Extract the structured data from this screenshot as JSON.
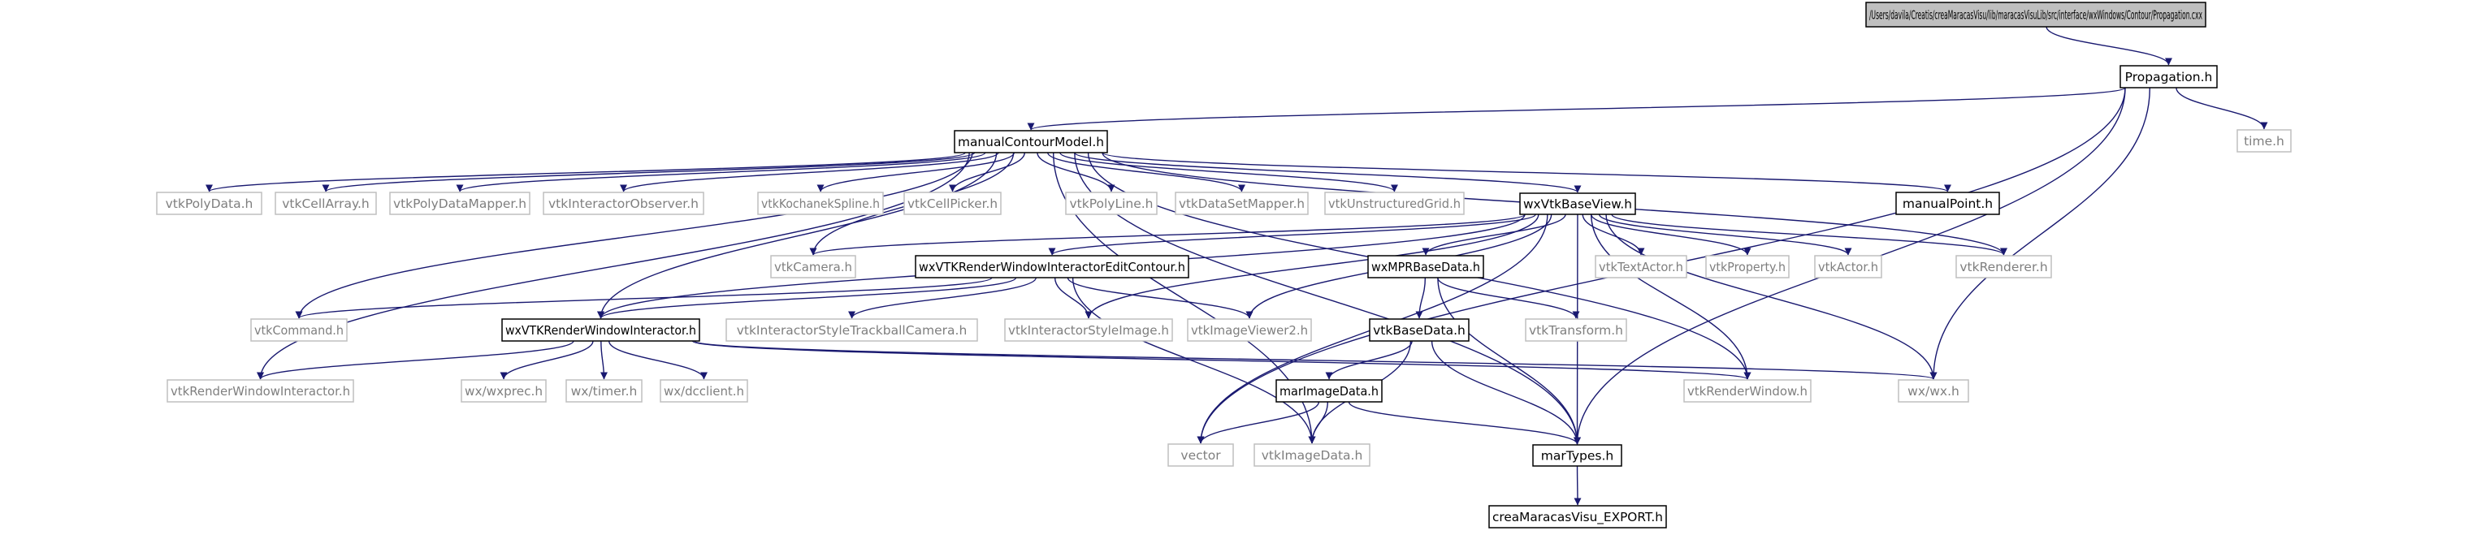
{
  "colors": {
    "edge": "#191970",
    "border_documented": "#000000",
    "border_external": "#bfbfbf",
    "text_documented": "#000000",
    "text_external": "#7f7f7f",
    "root_fill": "#bfbfbf",
    "fill": "#ffffff"
  },
  "nodes": [
    {
      "id": "root",
      "label": "/Users/davila/Creatis/creaMaracasVisu/lib/maracasVisuLib/src/interface/wxWindows/Contour/Propagation.cxx",
      "kind": "root"
    },
    {
      "id": "propagation",
      "label": "Propagation.h",
      "kind": "documented"
    },
    {
      "id": "manualContourModel",
      "label": "manualContourModel.h",
      "kind": "documented"
    },
    {
      "id": "time",
      "label": "time.h",
      "kind": "external"
    },
    {
      "id": "vtkPolyData",
      "label": "vtkPolyData.h",
      "kind": "external"
    },
    {
      "id": "vtkCellArray",
      "label": "vtkCellArray.h",
      "kind": "external"
    },
    {
      "id": "vtkPolyDataMapper",
      "label": "vtkPolyDataMapper.h",
      "kind": "external"
    },
    {
      "id": "vtkInteractorObserver",
      "label": "vtkInteractorObserver.h",
      "kind": "external"
    },
    {
      "id": "vtkKochanekSpline",
      "label": "vtkKochanekSpline.h",
      "kind": "external"
    },
    {
      "id": "vtkCellPicker",
      "label": "vtkCellPicker.h",
      "kind": "external"
    },
    {
      "id": "vtkPolyLine",
      "label": "vtkPolyLine.h",
      "kind": "external"
    },
    {
      "id": "vtkDataSetMapper",
      "label": "vtkDataSetMapper.h",
      "kind": "external"
    },
    {
      "id": "vtkUnstructuredGrid",
      "label": "vtkUnstructuredGrid.h",
      "kind": "external"
    },
    {
      "id": "wxVtkBaseView",
      "label": "wxVtkBaseView.h",
      "kind": "documented"
    },
    {
      "id": "manualPoint",
      "label": "manualPoint.h",
      "kind": "documented"
    },
    {
      "id": "vtkCamera",
      "label": "vtkCamera.h",
      "kind": "external"
    },
    {
      "id": "wxVTKRWIEditContour",
      "label": "wxVTKRenderWindowInteractorEditContour.h",
      "kind": "documented"
    },
    {
      "id": "wxMPRBaseData",
      "label": "wxMPRBaseData.h",
      "kind": "documented"
    },
    {
      "id": "vtkTextActor",
      "label": "vtkTextActor.h",
      "kind": "external"
    },
    {
      "id": "vtkProperty",
      "label": "vtkProperty.h",
      "kind": "external"
    },
    {
      "id": "vtkActor",
      "label": "vtkActor.h",
      "kind": "external"
    },
    {
      "id": "vtkRenderer",
      "label": "vtkRenderer.h",
      "kind": "external"
    },
    {
      "id": "vtkCommand",
      "label": "vtkCommand.h",
      "kind": "external"
    },
    {
      "id": "wxVTKRWI",
      "label": "wxVTKRenderWindowInteractor.h",
      "kind": "documented"
    },
    {
      "id": "vtkInteractorStyleTrackballCamera",
      "label": "vtkInteractorStyleTrackballCamera.h",
      "kind": "external"
    },
    {
      "id": "vtkInteractorStyleImage",
      "label": "vtkInteractorStyleImage.h",
      "kind": "external"
    },
    {
      "id": "vtkImageViewer2",
      "label": "vtkImageViewer2.h",
      "kind": "external"
    },
    {
      "id": "vtkBaseData",
      "label": "vtkBaseData.h",
      "kind": "documented"
    },
    {
      "id": "vtkTransform",
      "label": "vtkTransform.h",
      "kind": "external"
    },
    {
      "id": "vtkRenderWindowInteractor",
      "label": "vtkRenderWindowInteractor.h",
      "kind": "external"
    },
    {
      "id": "wxprec",
      "label": "wx/wxprec.h",
      "kind": "external"
    },
    {
      "id": "wxtimer",
      "label": "wx/timer.h",
      "kind": "external"
    },
    {
      "id": "wxdcclient",
      "label": "wx/dcclient.h",
      "kind": "external"
    },
    {
      "id": "marImageData",
      "label": "marImageData.h",
      "kind": "documented"
    },
    {
      "id": "vtkRenderWindow",
      "label": "vtkRenderWindow.h",
      "kind": "external"
    },
    {
      "id": "wxwx",
      "label": "wx/wx.h",
      "kind": "external"
    },
    {
      "id": "vector",
      "label": "vector",
      "kind": "external"
    },
    {
      "id": "vtkImageData",
      "label": "vtkImageData.h",
      "kind": "external"
    },
    {
      "id": "marTypes",
      "label": "marTypes.h",
      "kind": "documented"
    },
    {
      "id": "creaMaracasVisuExport",
      "label": "creaMaracasVisu_EXPORT.h",
      "kind": "documented"
    }
  ],
  "edges": [
    [
      "root",
      "propagation"
    ],
    [
      "propagation",
      "manualContourModel"
    ],
    [
      "propagation",
      "time"
    ],
    [
      "propagation",
      "vector"
    ],
    [
      "propagation",
      "wxwx"
    ],
    [
      "propagation",
      "marTypes"
    ],
    [
      "manualContourModel",
      "vtkPolyData"
    ],
    [
      "manualContourModel",
      "vtkCellArray"
    ],
    [
      "manualContourModel",
      "vtkPolyDataMapper"
    ],
    [
      "manualContourModel",
      "vtkInteractorObserver"
    ],
    [
      "manualContourModel",
      "vtkKochanekSpline"
    ],
    [
      "manualContourModel",
      "vtkCellPicker"
    ],
    [
      "manualContourModel",
      "vtkPolyLine"
    ],
    [
      "manualContourModel",
      "vtkDataSetMapper"
    ],
    [
      "manualContourModel",
      "vtkUnstructuredGrid"
    ],
    [
      "manualContourModel",
      "wxVtkBaseView"
    ],
    [
      "manualContourModel",
      "manualPoint"
    ],
    [
      "manualContourModel",
      "vtkCamera"
    ],
    [
      "manualContourModel",
      "vtkCommand"
    ],
    [
      "manualContourModel",
      "wxVTKRWI"
    ],
    [
      "manualContourModel",
      "vtkRenderWindowInteractor"
    ],
    [
      "manualContourModel",
      "vtkRenderer"
    ],
    [
      "manualContourModel",
      "vtkRenderWindow"
    ],
    [
      "manualContourModel",
      "vtkImageData"
    ],
    [
      "manualContourModel",
      "marTypes"
    ],
    [
      "wxVtkBaseView",
      "vtkCamera"
    ],
    [
      "wxVtkBaseView",
      "wxVTKRWIEditContour"
    ],
    [
      "wxVtkBaseView",
      "wxMPRBaseData"
    ],
    [
      "wxVtkBaseView",
      "vtkTextActor"
    ],
    [
      "wxVtkBaseView",
      "vtkProperty"
    ],
    [
      "wxVtkBaseView",
      "vtkActor"
    ],
    [
      "wxVtkBaseView",
      "vtkRenderer"
    ],
    [
      "wxVtkBaseView",
      "wxVTKRWI"
    ],
    [
      "wxVtkBaseView",
      "vtkInteractorStyleImage"
    ],
    [
      "wxVtkBaseView",
      "vtkImageViewer2"
    ],
    [
      "wxVtkBaseView",
      "vtkRenderWindow"
    ],
    [
      "wxVtkBaseView",
      "wxwx"
    ],
    [
      "wxVtkBaseView",
      "vector"
    ],
    [
      "wxVtkBaseView",
      "marTypes"
    ],
    [
      "wxVTKRWIEditContour",
      "vtkCommand"
    ],
    [
      "wxVTKRWIEditContour",
      "wxVTKRWI"
    ],
    [
      "wxVTKRWIEditContour",
      "vtkInteractorStyleTrackballCamera"
    ],
    [
      "wxVTKRWIEditContour",
      "vtkInteractorStyleImage"
    ],
    [
      "wxVTKRWIEditContour",
      "vtkImageViewer2"
    ],
    [
      "wxVTKRWIEditContour",
      "vtkImageData"
    ],
    [
      "wxVTKRWI",
      "vtkRenderWindowInteractor"
    ],
    [
      "wxVTKRWI",
      "wxprec"
    ],
    [
      "wxVTKRWI",
      "wxtimer"
    ],
    [
      "wxVTKRWI",
      "wxdcclient"
    ],
    [
      "wxVTKRWI",
      "vtkRenderWindow"
    ],
    [
      "wxVTKRWI",
      "wxwx"
    ],
    [
      "wxMPRBaseData",
      "vtkBaseData"
    ],
    [
      "wxMPRBaseData",
      "vtkTransform"
    ],
    [
      "wxMPRBaseData",
      "marTypes"
    ],
    [
      "vtkBaseData",
      "marImageData"
    ],
    [
      "vtkBaseData",
      "vtkImageData"
    ],
    [
      "vtkBaseData",
      "marTypes"
    ],
    [
      "marImageData",
      "vector"
    ],
    [
      "marImageData",
      "vtkImageData"
    ],
    [
      "marImageData",
      "marTypes"
    ],
    [
      "marTypes",
      "creaMaracasVisuExport"
    ]
  ]
}
